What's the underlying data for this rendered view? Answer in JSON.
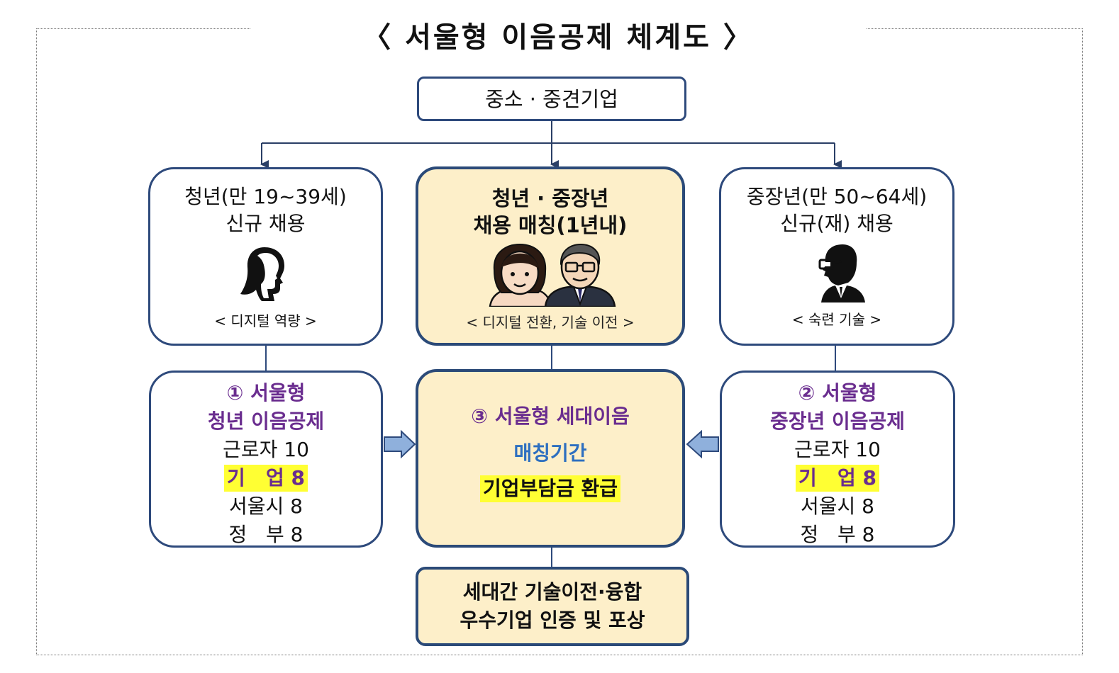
{
  "title": "〈 서울형 이음공제 체계도 〉",
  "top_box": {
    "label": "중소 · 중견기업"
  },
  "youth_box": {
    "line1": "청년(만 19~39세)",
    "line2": "신규 채용",
    "icon": "woman-silhouette-icon",
    "caption": "< 디지털 역량 >"
  },
  "center_top_box": {
    "line1": "청년 · 중장년",
    "line2": "채용 매칭(1년내)",
    "icon": "woman-and-man-faces-icon",
    "caption": "< 디지털 전환, 기술 이전 >"
  },
  "middle_aged_box": {
    "line1": "중장년(만 50~64세)",
    "line2": "신규(재) 채용",
    "icon": "man-with-glasses-silhouette-icon",
    "caption": "< 숙련 기술 >"
  },
  "youth_program_box": {
    "title1": "① 서울형",
    "title2": "청년 이음공제",
    "rows": [
      "근로자 10",
      "기   업 8",
      "서울시 8",
      "정   부 8"
    ]
  },
  "generation_program_box": {
    "title": "③ 서울형 세대이음",
    "subtitle": "매칭기간",
    "highlight": "기업부담금 환급"
  },
  "middle_aged_program_box": {
    "title1": "② 서울형",
    "title2": "중장년 이음공제",
    "rows": [
      "근로자 10",
      "기   업 8",
      "서울시 8",
      "정   부 8"
    ]
  },
  "bottom_box": {
    "line1": "세대간 기술이전·융합",
    "line2": "우수기업 인증 및 포상"
  },
  "colors": {
    "box_border": "#2e4a7c",
    "yellow_fill": "#fdefc9",
    "purple_text": "#6a2d8f",
    "blue_text": "#2d6fc0",
    "highlight": "#ffff33",
    "arrow_fill": "#8fb0dc"
  }
}
